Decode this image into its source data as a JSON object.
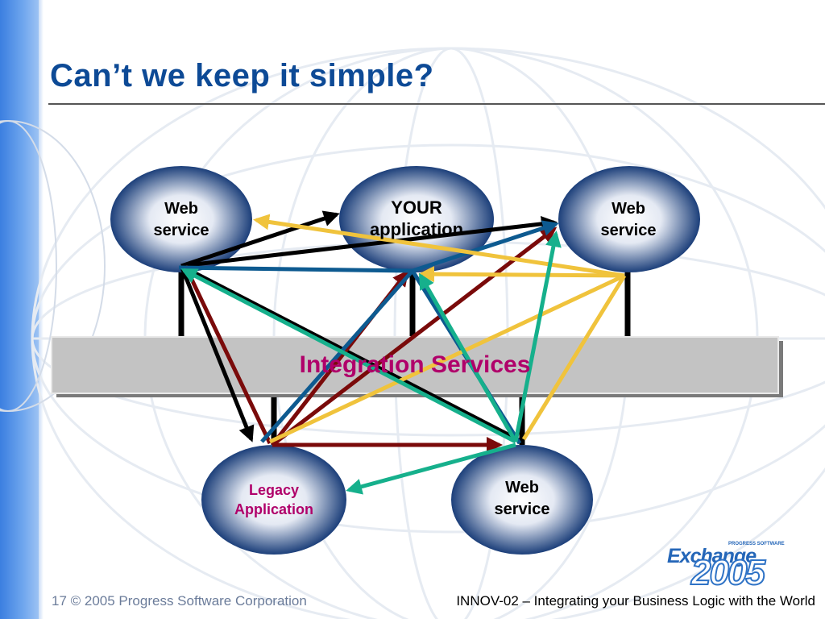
{
  "slide": {
    "title": "Can’t we keep it simple?",
    "footer_left": "17  © 2005 Progress Software Corporation",
    "footer_right": "INNOV-02 – Integrating your Business Logic with the World"
  },
  "logo": {
    "brand": "Exchange",
    "small_text": "PROGRESS SOFTWARE",
    "year": "2005"
  },
  "diagram": {
    "bar_label": "Integration Services",
    "nodes": {
      "web_tl": [
        "Web",
        "service"
      ],
      "your_app": [
        "YOUR",
        "application"
      ],
      "web_tr": [
        "Web",
        "service"
      ],
      "legacy": [
        "Legacy",
        "Application"
      ],
      "web_bottom": [
        "Web",
        "service"
      ]
    }
  },
  "colors": {
    "title": "#0d4a96",
    "rule": "#555555",
    "bar_fill": "#c3c3c3",
    "bar_label": "#b0006a",
    "node_dark": "#1c3f7a",
    "node_light": "#ffffff",
    "legacy_label": "#b0006a",
    "arrow_black": "#000000",
    "arrow_maroon": "#7a0a0a",
    "arrow_blue": "#0d5a90",
    "arrow_yellow": "#f0c33c",
    "arrow_teal": "#16b08c"
  },
  "icons": [
    "globe-watermark",
    "exchange-2005-logo"
  ]
}
